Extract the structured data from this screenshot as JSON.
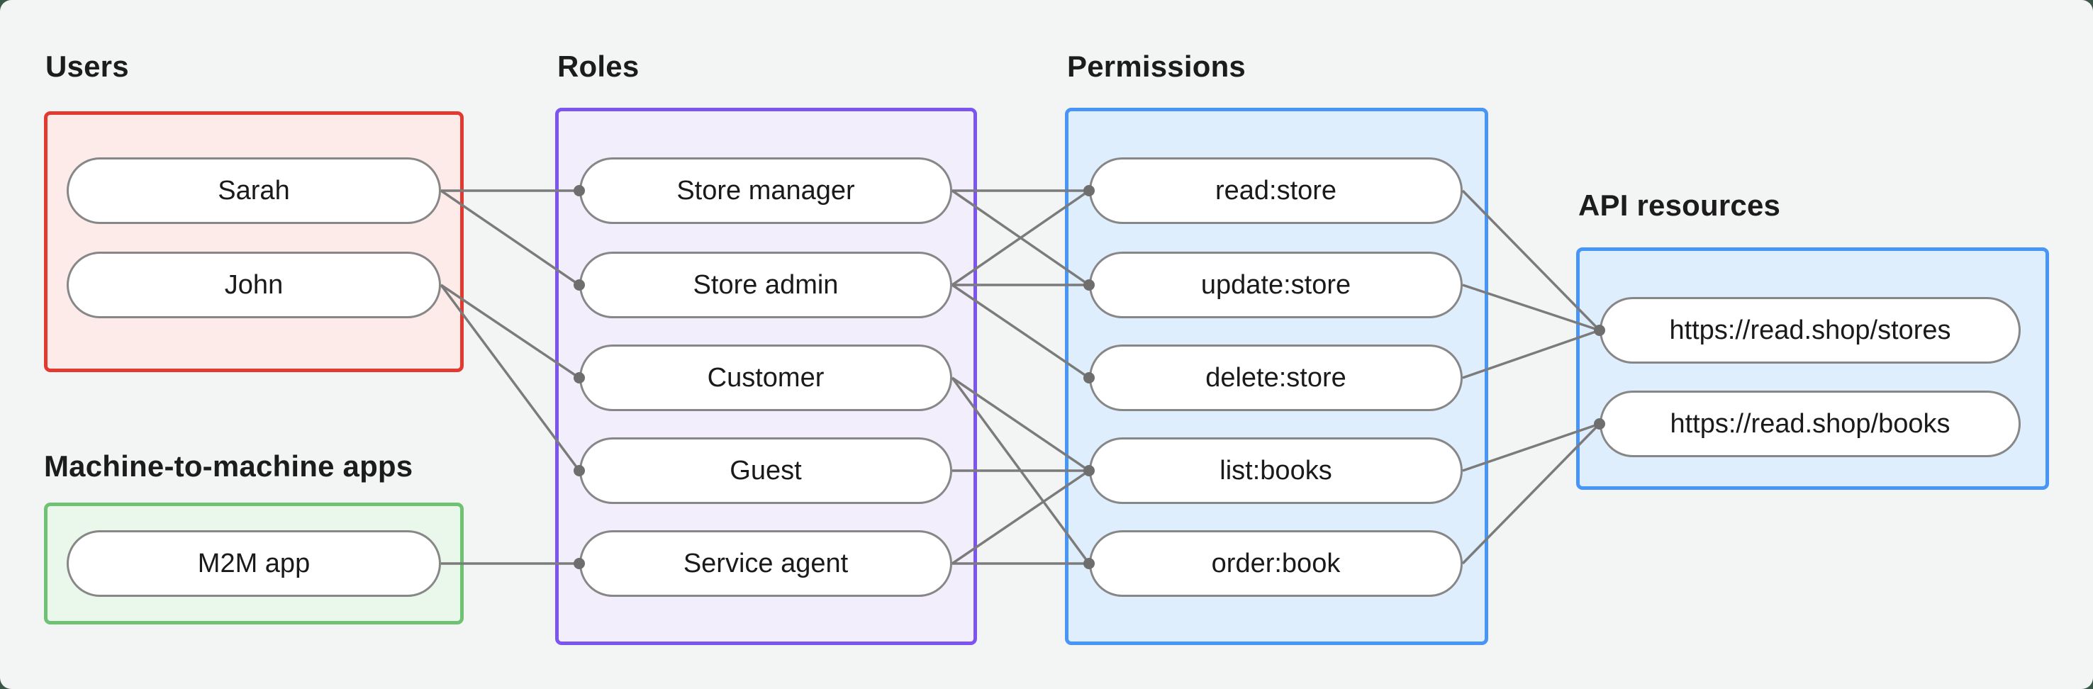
{
  "page": {
    "background_color": "#f3f5f4",
    "frame_color": "#3b5747"
  },
  "groups": [
    {
      "id": "users",
      "label": "Users",
      "border_color": "#e23a2f",
      "fill_color": "#fcebe9",
      "items": [
        {
          "id": "sarah",
          "label": "Sarah"
        },
        {
          "id": "john",
          "label": "John"
        }
      ]
    },
    {
      "id": "m2m",
      "label": "Machine-to-machine apps",
      "border_color": "#6fc273",
      "fill_color": "#eaf7eb",
      "items": [
        {
          "id": "m2m-app",
          "label": "M2M app"
        }
      ]
    },
    {
      "id": "roles",
      "label": "Roles",
      "border_color": "#7c55f0",
      "fill_color": "#f3eefc",
      "items": [
        {
          "id": "store-manager",
          "label": "Store manager"
        },
        {
          "id": "store-admin",
          "label": "Store admin"
        },
        {
          "id": "customer",
          "label": "Customer"
        },
        {
          "id": "guest",
          "label": "Guest"
        },
        {
          "id": "service-agent",
          "label": "Service agent"
        }
      ]
    },
    {
      "id": "permissions",
      "label": "Permissions",
      "border_color": "#4795f7",
      "fill_color": "#dfeefd",
      "items": [
        {
          "id": "read-store",
          "label": "read:store"
        },
        {
          "id": "update-store",
          "label": "update:store"
        },
        {
          "id": "delete-store",
          "label": "delete:store"
        },
        {
          "id": "list-books",
          "label": "list:books"
        },
        {
          "id": "order-book",
          "label": "order:book"
        }
      ]
    },
    {
      "id": "api",
      "label": "API resources",
      "border_color": "#4795f7",
      "fill_color": "#dfeefd",
      "items": [
        {
          "id": "stores-api",
          "label": "https://read.shop/stores"
        },
        {
          "id": "books-api",
          "label": "https://read.shop/books"
        }
      ]
    }
  ],
  "edges": [
    {
      "from": "sarah",
      "to": "store-manager"
    },
    {
      "from": "sarah",
      "to": "store-admin"
    },
    {
      "from": "john",
      "to": "customer"
    },
    {
      "from": "john",
      "to": "guest"
    },
    {
      "from": "m2m-app",
      "to": "service-agent"
    },
    {
      "from": "store-manager",
      "to": "read-store"
    },
    {
      "from": "store-manager",
      "to": "update-store"
    },
    {
      "from": "store-admin",
      "to": "read-store"
    },
    {
      "from": "store-admin",
      "to": "update-store"
    },
    {
      "from": "store-admin",
      "to": "delete-store"
    },
    {
      "from": "customer",
      "to": "list-books"
    },
    {
      "from": "customer",
      "to": "order-book"
    },
    {
      "from": "guest",
      "to": "list-books"
    },
    {
      "from": "service-agent",
      "to": "list-books"
    },
    {
      "from": "service-agent",
      "to": "order-book"
    },
    {
      "from": "read-store",
      "to": "stores-api"
    },
    {
      "from": "update-store",
      "to": "stores-api"
    },
    {
      "from": "delete-store",
      "to": "stores-api"
    },
    {
      "from": "list-books",
      "to": "books-api"
    },
    {
      "from": "order-book",
      "to": "books-api"
    }
  ],
  "edge_style": {
    "line_color": "#7b7b7b",
    "line_width": 3.5,
    "dot_color": "#6e6e6e",
    "dot_radius": 8
  }
}
